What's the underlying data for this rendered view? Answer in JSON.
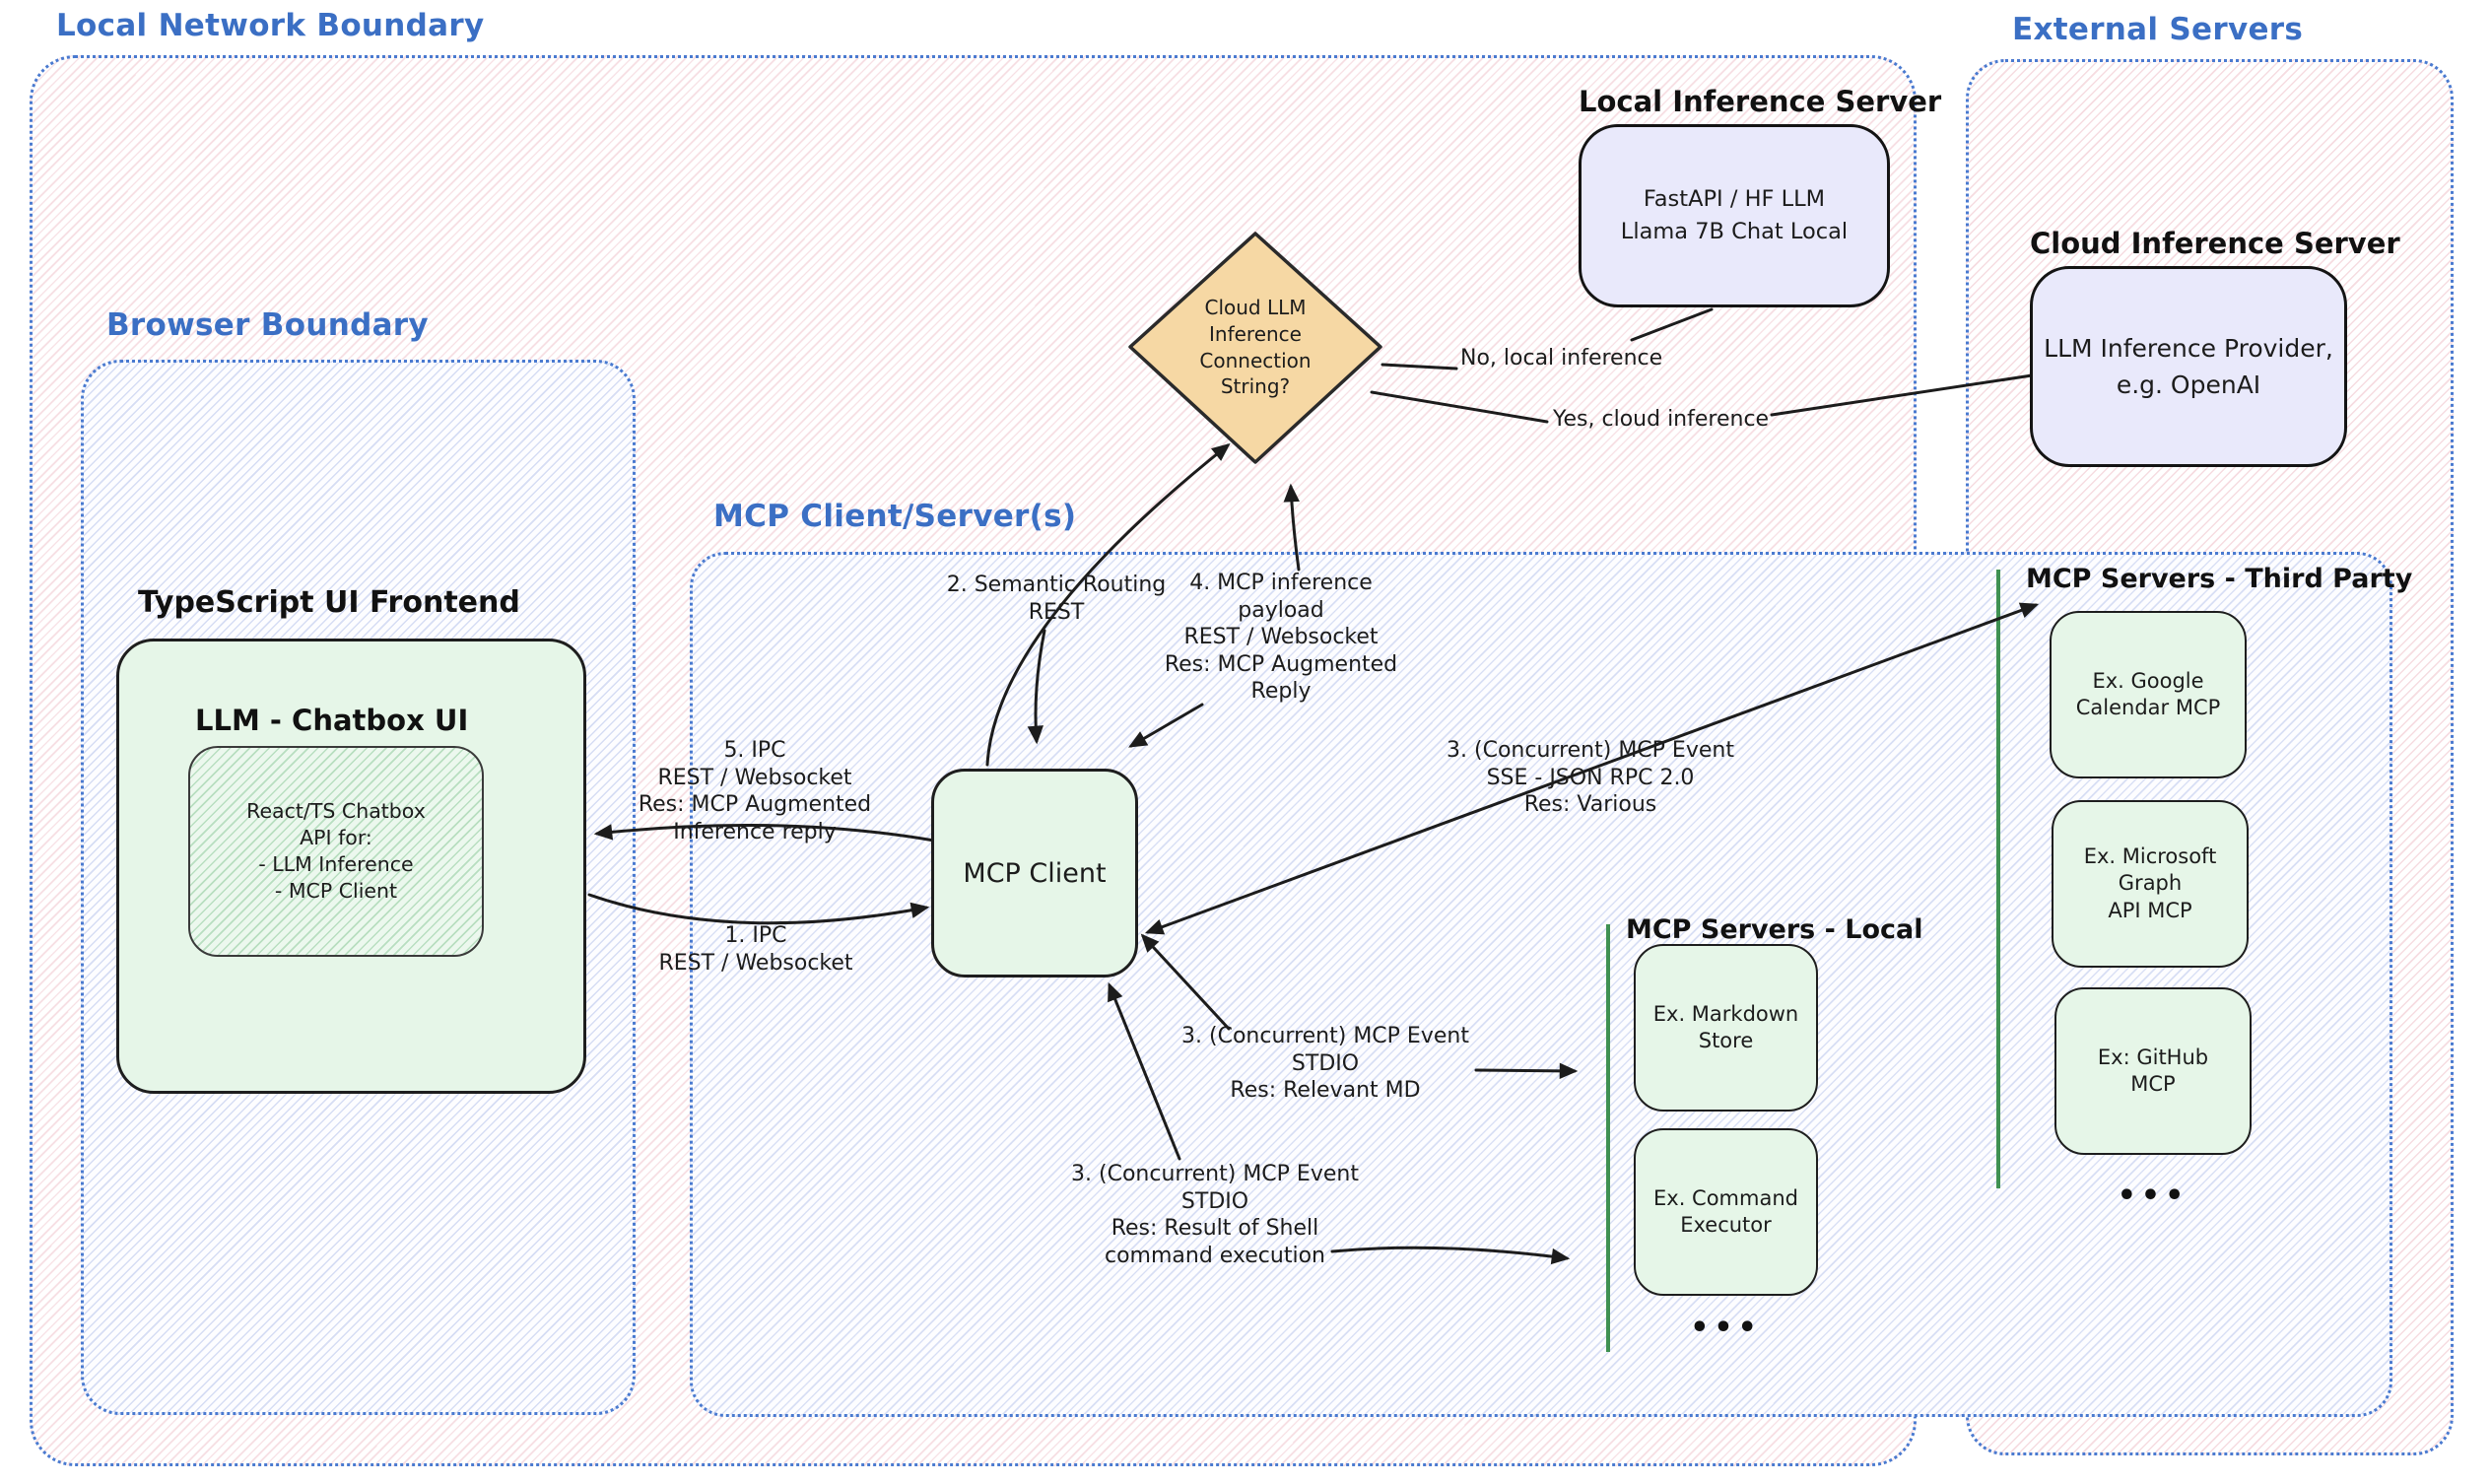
{
  "boundaries": {
    "local_network": {
      "label": "Local Network Boundary"
    },
    "browser": {
      "label": "Browser Boundary"
    },
    "mcp": {
      "label": "MCP Client/Server(s)"
    },
    "external": {
      "label": "External Servers"
    }
  },
  "nodes": {
    "frontend": {
      "title": "TypeScript UI Frontend",
      "chatbox_title": "LLM - Chatbox UI",
      "chatbox_body": "React/TS Chatbox\nAPI for:\n- LLM Inference\n- MCP Client"
    },
    "mcp_client": {
      "label": "MCP Client"
    },
    "decision": {
      "text": "Cloud LLM\nInference\nConnection\nString?"
    },
    "local_inference": {
      "title": "Local Inference Server",
      "body": "FastAPI / HF LLM\nLlama 7B Chat Local"
    },
    "cloud_inference": {
      "title": "Cloud Inference Server",
      "body": "LLM Inference Provider,\ne.g. OpenAI"
    },
    "mcp_servers_local": {
      "title": "MCP Servers - Local",
      "server_1": "Ex. Markdown\nStore",
      "server_2": "Ex. Command\nExecutor",
      "more": "•••"
    },
    "mcp_servers_third_party": {
      "title": "MCP Servers - Third Party",
      "server_1": "Ex. Google\nCalendar MCP",
      "server_2": "Ex. Microsoft\nGraph\nAPI MCP",
      "server_3": "Ex: GitHub\nMCP",
      "more": "•••"
    }
  },
  "edges": {
    "ipc_request": "1. IPC\nREST / Websocket",
    "semantic_routing": "2. Semantic Routing\nREST",
    "mcp_event_sse": "3. (Concurrent) MCP Event\nSSE - JSON RPC 2.0\nRes: Various",
    "mcp_event_stdio_markdown": "3. (Concurrent) MCP Event\nSTDIO\nRes: Relevant MD",
    "mcp_event_stdio_shell": "3. (Concurrent) MCP Event\nSTDIO\nRes: Result of Shell\ncommand execution",
    "inference_payload": "4. MCP inference\npayload\nREST / Websocket\nRes: MCP Augmented\nReply",
    "ipc_response": "5. IPC\nREST / Websocket\nRes: MCP Augmented\nInference reply",
    "decision_no": "No, local inference",
    "decision_yes": "Yes, cloud inference"
  },
  "colors": {
    "boundary_label_blue": "#3b6fc4",
    "boundary_border_blue": "#4a7ad0",
    "hatch_pink": "#e7a3b0",
    "hatch_blue": "#9fb0e4",
    "node_green": "#e6f6e8",
    "node_lavender": "#e9e9fb",
    "decision_orange": "#f6d8a4",
    "bracket_green": "#3f9152",
    "ink": "#1c1c1c"
  }
}
